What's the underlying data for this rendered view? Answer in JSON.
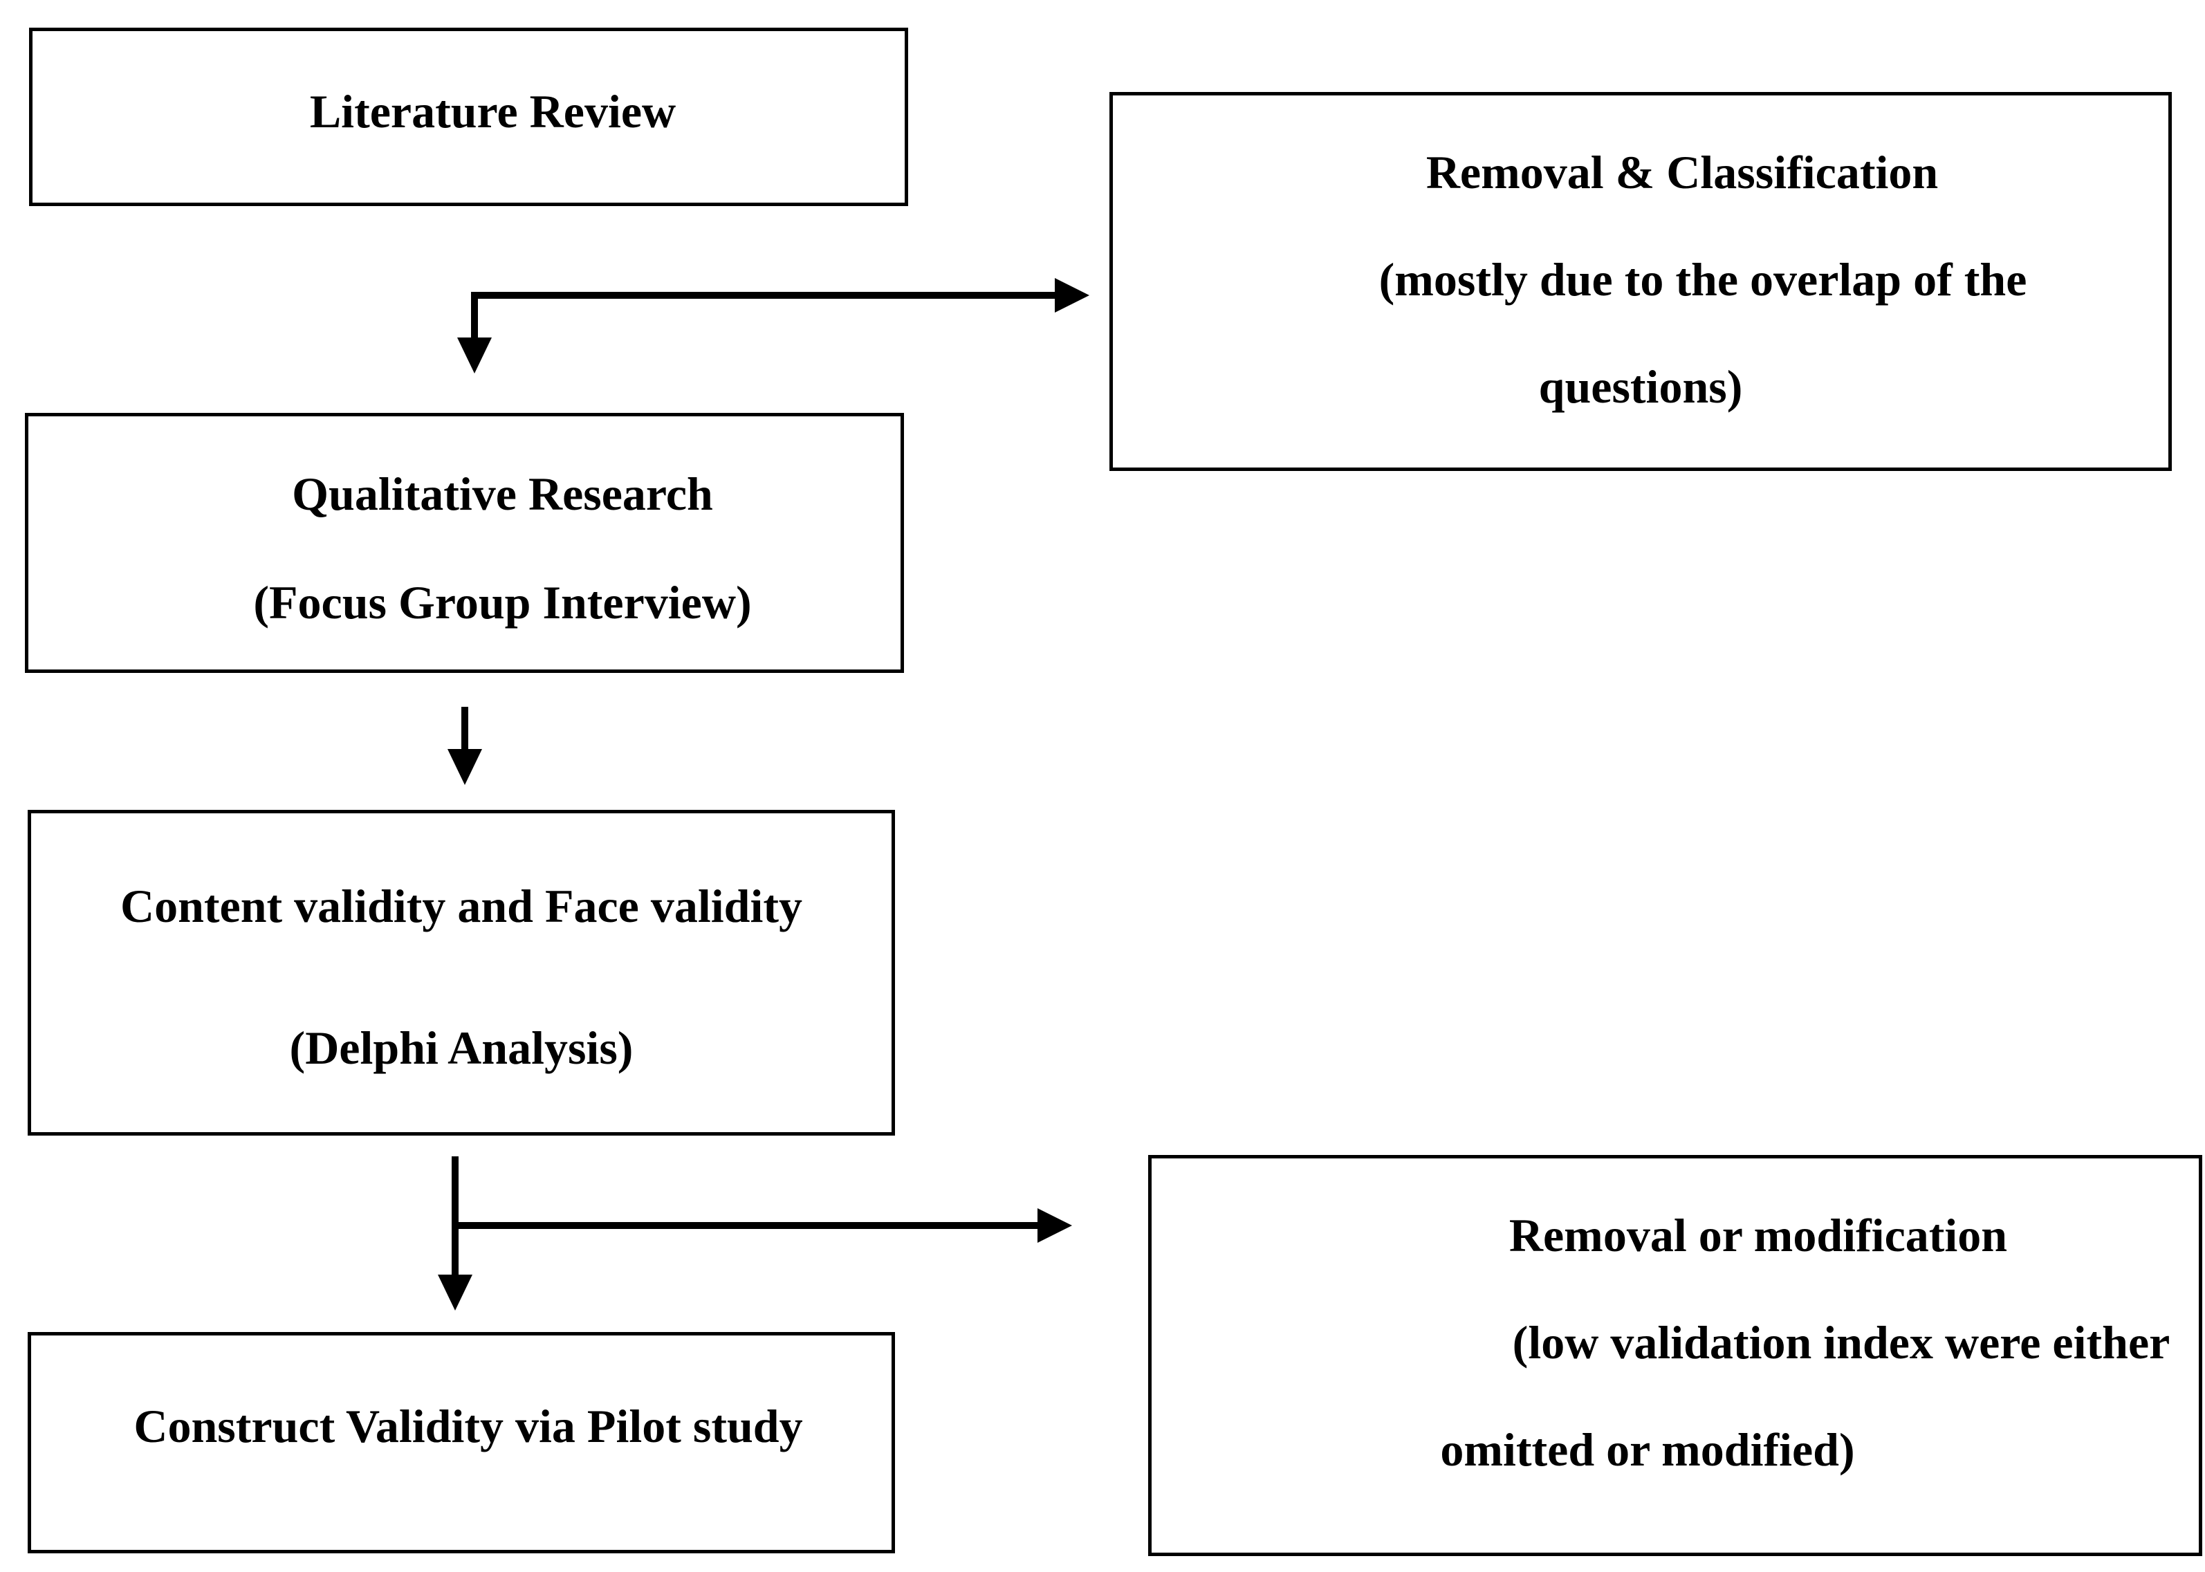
{
  "boxes": {
    "literature_review": {
      "lines": [
        "Literature Review"
      ]
    },
    "qualitative_research": {
      "lines": [
        "Qualitative Research",
        "(Focus Group Interview)"
      ]
    },
    "content_face_validity": {
      "lines": [
        "Content validity and Face validity",
        "(Delphi Analysis)"
      ]
    },
    "construct_validity": {
      "lines": [
        "Construct Validity via Pilot study"
      ]
    },
    "removal_classification": {
      "lines": [
        "Removal & Classification",
        "(mostly due to the overlap of the",
        "questions)"
      ]
    },
    "removal_modification": {
      "lines": [
        "Removal or modification",
        "(low validation index were either",
        "omitted or modified)"
      ]
    }
  }
}
